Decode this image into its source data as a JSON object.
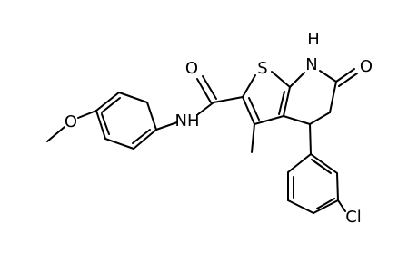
{
  "molecule": {
    "atoms": {
      "sulfur": "S",
      "nh_ring": "H",
      "nh_ring_n": "N",
      "ketone_o": "O",
      "amide_o": "O",
      "amide_nh": "NH",
      "methoxy_o": "O",
      "chlorine": "Cl"
    },
    "substituents": {
      "methyl": "methyl"
    }
  }
}
